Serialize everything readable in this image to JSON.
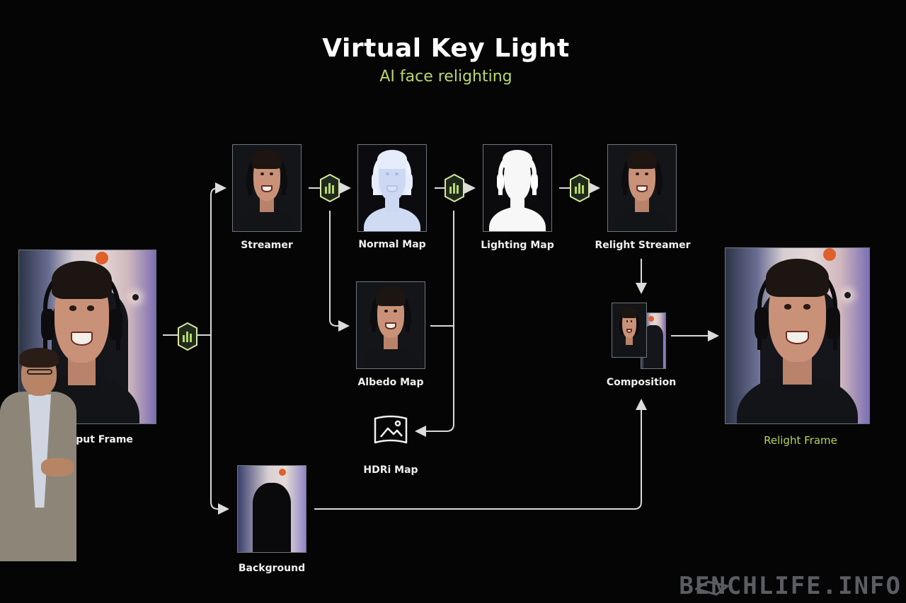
{
  "header": {
    "title": "Virtual Key Light",
    "subtitle": "AI face relighting"
  },
  "nodes": {
    "input_frame": "Input Frame",
    "streamer": "Streamer",
    "normal_map": "Normal Map",
    "lighting_map": "Lighting Map",
    "relight_streamer": "Relight Streamer",
    "albedo_map": "Albedo Map",
    "hdri_map": "HDRi Map",
    "composition": "Composition",
    "background": "Background",
    "relight_frame": "Relight Frame"
  },
  "icons": {
    "ai_step": "ai-chip-icon",
    "hdri": "panorama-icon"
  },
  "colors": {
    "accent": "#b9d86a",
    "wire": "#d9d9d9",
    "badge": "#1f2a1c"
  },
  "watermark": "BENCHLIFE.INFO"
}
